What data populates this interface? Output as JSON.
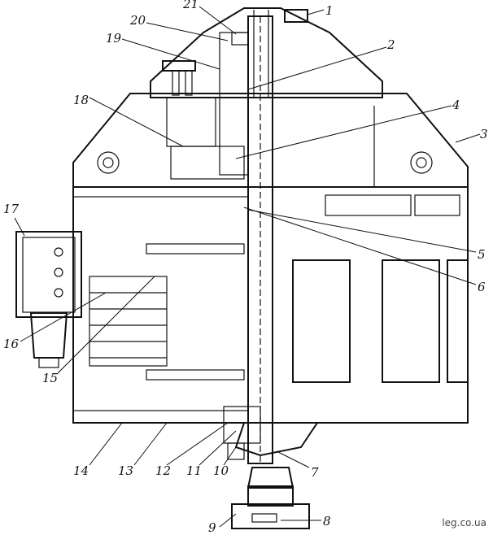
{
  "callouts": [
    {
      "id": "1",
      "label": "1"
    },
    {
      "id": "2",
      "label": "2"
    },
    {
      "id": "3",
      "label": "3"
    },
    {
      "id": "4",
      "label": "4"
    },
    {
      "id": "5",
      "label": "5"
    },
    {
      "id": "6",
      "label": "6"
    },
    {
      "id": "7",
      "label": "7"
    },
    {
      "id": "8",
      "label": "8"
    },
    {
      "id": "9",
      "label": "9"
    },
    {
      "id": "10",
      "label": "10"
    },
    {
      "id": "11",
      "label": "11"
    },
    {
      "id": "12",
      "label": "12"
    },
    {
      "id": "13",
      "label": "13"
    },
    {
      "id": "14",
      "label": "14"
    },
    {
      "id": "15",
      "label": "15"
    },
    {
      "id": "16",
      "label": "16"
    },
    {
      "id": "17",
      "label": "17"
    },
    {
      "id": "18",
      "label": "18"
    },
    {
      "id": "19",
      "label": "19"
    },
    {
      "id": "20",
      "label": "20"
    },
    {
      "id": "21",
      "label": "21"
    }
  ],
  "watermark": "leg.co.ua"
}
